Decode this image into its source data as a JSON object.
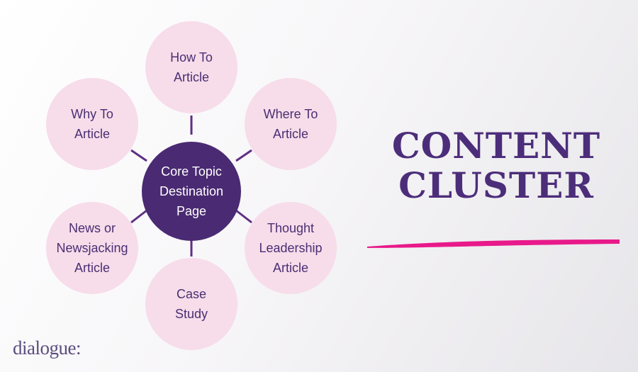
{
  "diagram": {
    "hub": {
      "label": "Core Topic\nDestination\nPage"
    },
    "satellites": [
      {
        "id": "how-to",
        "label": "How To\nArticle"
      },
      {
        "id": "where-to",
        "label": "Where To\nArticle"
      },
      {
        "id": "thought-leadership",
        "label": "Thought\nLeadership\nArticle"
      },
      {
        "id": "case-study",
        "label": "Case\nStudy"
      },
      {
        "id": "news",
        "label": "News or\nNewsjacking\nArticle"
      },
      {
        "id": "why-to",
        "label": "Why To\nArticle"
      }
    ]
  },
  "title": {
    "line1": "CONTENT",
    "line2": "CLUSTER"
  },
  "brand": {
    "logo_text": "dialogue:"
  },
  "colors": {
    "hub": "#4a2a72",
    "satellite": "#f7dcea",
    "connector": "#5e2f82",
    "title": "#4c2d7a",
    "underline": "#e8198a"
  }
}
